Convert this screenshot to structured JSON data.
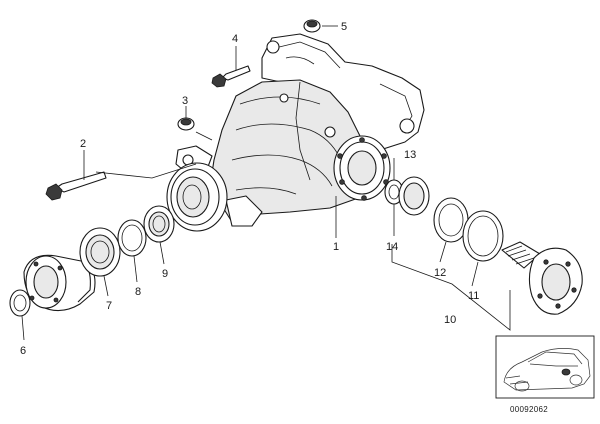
{
  "diagram": {
    "callouts": {
      "c1": "1",
      "c2": "2",
      "c3": "3",
      "c4": "4",
      "c5": "5",
      "c6": "6",
      "c7": "7",
      "c8": "8",
      "c9": "9",
      "c10": "10",
      "c11": "11",
      "c12": "12",
      "c13": "13",
      "c14": "14"
    },
    "document_number": "00092062"
  }
}
